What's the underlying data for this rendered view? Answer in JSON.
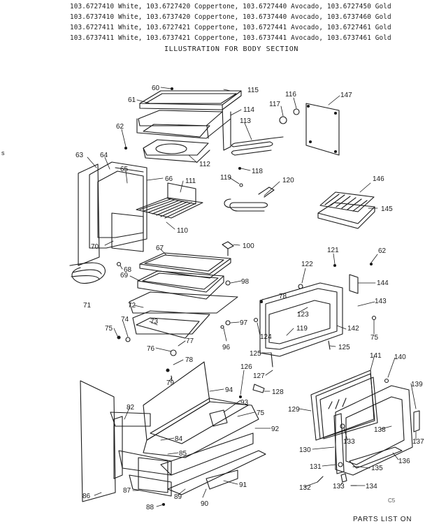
{
  "header": {
    "model_lines": [
      "103.6727410 White, 103.6727420 Coppertone, 103.6727440 Avocado, 103.6727450 Gold",
      "103.6737410 White, 103.6737420 Coppertone, 103.6737440 Avocado, 103.6737460 Gold",
      "103.6727411 White, 103.6727421 Coppertone, 103.6727441 Avocado, 103.6727461 Gold",
      "103.6737411 White, 103.6737421 Coppertone, 103.6737441 Avocado, 103.6737461 Gold"
    ],
    "title": "ILLUSTRATION FOR BODY SECTION"
  },
  "callouts": [
    {
      "id": "60",
      "label": "60"
    },
    {
      "id": "61",
      "label": "61"
    },
    {
      "id": "115",
      "label": "115"
    },
    {
      "id": "116",
      "label": "116"
    },
    {
      "id": "147",
      "label": "147"
    },
    {
      "id": "117",
      "label": "117"
    },
    {
      "id": "114",
      "label": "114"
    },
    {
      "id": "62a",
      "label": "62"
    },
    {
      "id": "113",
      "label": "113"
    },
    {
      "id": "63",
      "label": "63"
    },
    {
      "id": "64",
      "label": "64"
    },
    {
      "id": "112",
      "label": "112"
    },
    {
      "id": "65",
      "label": "65"
    },
    {
      "id": "66",
      "label": "66"
    },
    {
      "id": "118",
      "label": "118"
    },
    {
      "id": "119a",
      "label": "119"
    },
    {
      "id": "120",
      "label": "120"
    },
    {
      "id": "111",
      "label": "111"
    },
    {
      "id": "146",
      "label": "146"
    },
    {
      "id": "145",
      "label": "145"
    },
    {
      "id": "110",
      "label": "110"
    },
    {
      "id": "70",
      "label": "70"
    },
    {
      "id": "67",
      "label": "67"
    },
    {
      "id": "100",
      "label": "100"
    },
    {
      "id": "121",
      "label": "121"
    },
    {
      "id": "62b",
      "label": "62"
    },
    {
      "id": "68",
      "label": "68"
    },
    {
      "id": "122",
      "label": "122"
    },
    {
      "id": "69",
      "label": "69"
    },
    {
      "id": "98",
      "label": "98"
    },
    {
      "id": "144",
      "label": "144"
    },
    {
      "id": "71",
      "label": "71"
    },
    {
      "id": "78a",
      "label": "78"
    },
    {
      "id": "143",
      "label": "143"
    },
    {
      "id": "72",
      "label": "72"
    },
    {
      "id": "123",
      "label": "123"
    },
    {
      "id": "73",
      "label": "73"
    },
    {
      "id": "74",
      "label": "74"
    },
    {
      "id": "97",
      "label": "97"
    },
    {
      "id": "119b",
      "label": "119"
    },
    {
      "id": "142",
      "label": "142"
    },
    {
      "id": "75a",
      "label": "75"
    },
    {
      "id": "124",
      "label": "124"
    },
    {
      "id": "75b",
      "label": "75"
    },
    {
      "id": "76",
      "label": "76"
    },
    {
      "id": "77",
      "label": "77"
    },
    {
      "id": "96",
      "label": "96"
    },
    {
      "id": "125a",
      "label": "125"
    },
    {
      "id": "125b",
      "label": "125"
    },
    {
      "id": "78b",
      "label": "78"
    },
    {
      "id": "141",
      "label": "141"
    },
    {
      "id": "140",
      "label": "140"
    },
    {
      "id": "126",
      "label": "126"
    },
    {
      "id": "127",
      "label": "127"
    },
    {
      "id": "79",
      "label": "79"
    },
    {
      "id": "94",
      "label": "94"
    },
    {
      "id": "128",
      "label": "128"
    },
    {
      "id": "139",
      "label": "139"
    },
    {
      "id": "93",
      "label": "93"
    },
    {
      "id": "82",
      "label": "82"
    },
    {
      "id": "75c",
      "label": "75"
    },
    {
      "id": "129",
      "label": "129"
    },
    {
      "id": "92",
      "label": "92"
    },
    {
      "id": "84",
      "label": "84"
    },
    {
      "id": "138",
      "label": "138"
    },
    {
      "id": "137",
      "label": "137"
    },
    {
      "id": "133a",
      "label": "133"
    },
    {
      "id": "85",
      "label": "85"
    },
    {
      "id": "130",
      "label": "130"
    },
    {
      "id": "136",
      "label": "136"
    },
    {
      "id": "131",
      "label": "131"
    },
    {
      "id": "135",
      "label": "135"
    },
    {
      "id": "91",
      "label": "91"
    },
    {
      "id": "86",
      "label": "86"
    },
    {
      "id": "87",
      "label": "87"
    },
    {
      "id": "89",
      "label": "89"
    },
    {
      "id": "132",
      "label": "132"
    },
    {
      "id": "133b",
      "label": "133"
    },
    {
      "id": "134",
      "label": "134"
    },
    {
      "id": "88",
      "label": "88"
    },
    {
      "id": "90",
      "label": "90"
    }
  ],
  "footer": {
    "page_mark": "C5",
    "parts_list_text": "PARTS LIST ON",
    "margin_mark": "s"
  }
}
